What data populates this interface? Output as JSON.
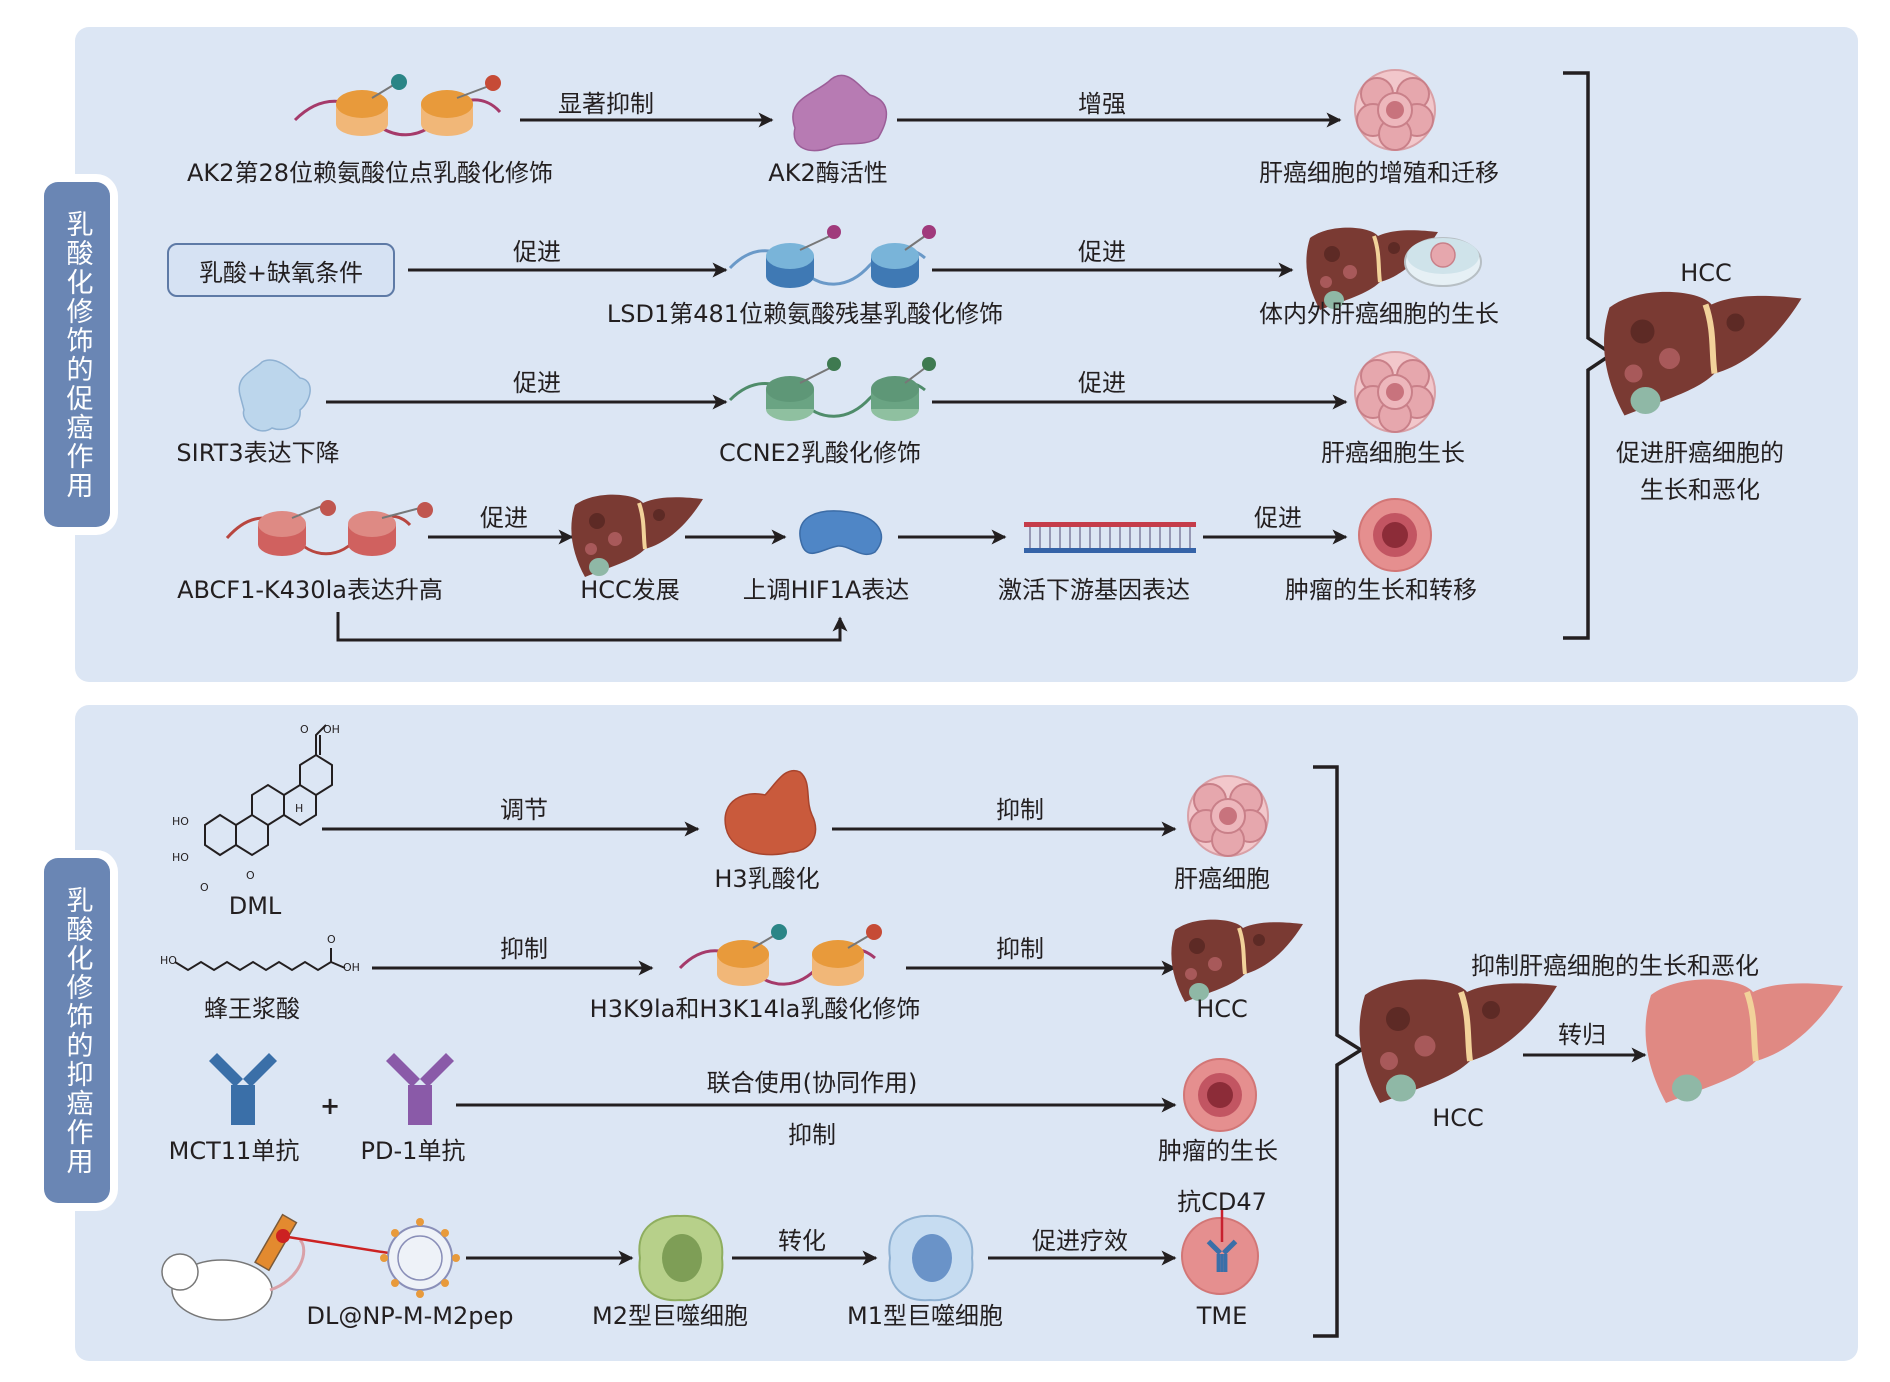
{
  "colors": {
    "panel_bg": "#dce6f4",
    "side_label_bg": "#6a86b4",
    "arrow": "#231f20",
    "liver_dark": "#7a3a33",
    "liver_healthy": "#e08983",
    "tumor": "#e58f8f"
  },
  "top_panel": {
    "side_label": "乳酸化修饰的促癌作用",
    "rows": [
      {
        "source_label": "AK2第28位赖氨酸位点乳酸化修饰",
        "arrow1_label": "显著抑制",
        "middle_label": "AK2酶活性",
        "arrow2_label": "增强",
        "target_label": "肝癌细胞的增殖和迁移"
      },
      {
        "source_label": "乳酸+缺氧条件",
        "arrow1_label": "促进",
        "middle_label": "LSD1第481位赖氨酸残基乳酸化修饰",
        "arrow2_label": "促进",
        "target_label": "体内外肝癌细胞的生长"
      },
      {
        "source_label": "SIRT3表达下降",
        "arrow1_label": "促进",
        "middle_label": "CCNE2乳酸化修饰",
        "arrow2_label": "促进",
        "target_label": "肝癌细胞生长"
      },
      {
        "source_label": "ABCF1-K430la表达升高",
        "arrow1_label": "促进",
        "step2_label": "HCC发展",
        "step3_label": "上调HIF1A表达",
        "step4_label": "激活下游基因表达",
        "arrow4_label": "促进",
        "target_label": "肿瘤的生长和转移"
      }
    ],
    "outcome": {
      "title": "HCC",
      "text_line1": "促进肝癌细胞的",
      "text_line2": "生长和恶化"
    }
  },
  "bottom_panel": {
    "side_label": "乳酸化修饰的抑癌作用",
    "rows": [
      {
        "source_label": "DML",
        "arrow1_label": "调节",
        "middle_label": "H3乳酸化",
        "arrow2_label": "抑制",
        "target_label": "肝癌细胞",
        "chem_labels": [
          "O",
          "OH",
          "HO",
          "HO",
          "O",
          "O",
          "H"
        ]
      },
      {
        "source_label": "蜂王浆酸",
        "arrow1_label": "抑制",
        "middle_label": "H3K9la和H3K14la乳酸化修饰",
        "arrow2_label": "抑制",
        "target_label": "HCC",
        "chem_labels": [
          "HO",
          "O",
          "OH"
        ]
      },
      {
        "source1_label": "MCT11单抗",
        "plus": "+",
        "source2_label": "PD-1单抗",
        "arrow_label_top": "联合使用(协同作用)",
        "arrow_label_bottom": "抑制",
        "target_label": "肿瘤的生长"
      },
      {
        "source_label": "DL@NP-M-M2pep",
        "step2_label": "M2型巨噬细胞",
        "arrow2_label": "转化",
        "step3_label": "M1型巨噬细胞",
        "arrow3_label": "促进疗效",
        "target_top_label": "抗CD47",
        "target_label": "TME"
      }
    ],
    "outcome": {
      "title": "抑制肝癌细胞的生长和恶化",
      "arrow_label": "转归",
      "hcc_label": "HCC"
    }
  }
}
